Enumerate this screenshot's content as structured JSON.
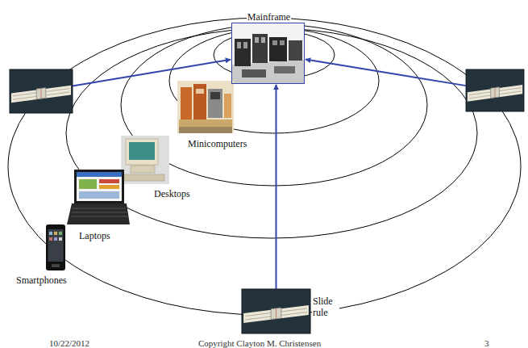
{
  "diagram": {
    "nodes": [
      {
        "text": [
          "Mainframe"
        ]
      },
      {
        "text": []
      },
      {
        "text": []
      },
      {
        "text": [
          "Minicomputers"
        ]
      },
      {
        "text": [
          "Desktops"
        ]
      },
      {
        "text": [
          "Laptops"
        ]
      },
      {
        "text": [
          "Smartphones"
        ]
      },
      {
        "text": [
          "Slide rule"
        ]
      }
    ],
    "edges": [
      {
        "from": 1,
        "to": 0,
        "arrow": "to"
      },
      {
        "from": 2,
        "to": 0,
        "arrow": "to"
      },
      {
        "from": 7,
        "to": 0,
        "arrow": "to"
      }
    ],
    "labels": [
      "10/22/2012",
      "Copyright Clayton M. Christensen",
      "3"
    ]
  }
}
